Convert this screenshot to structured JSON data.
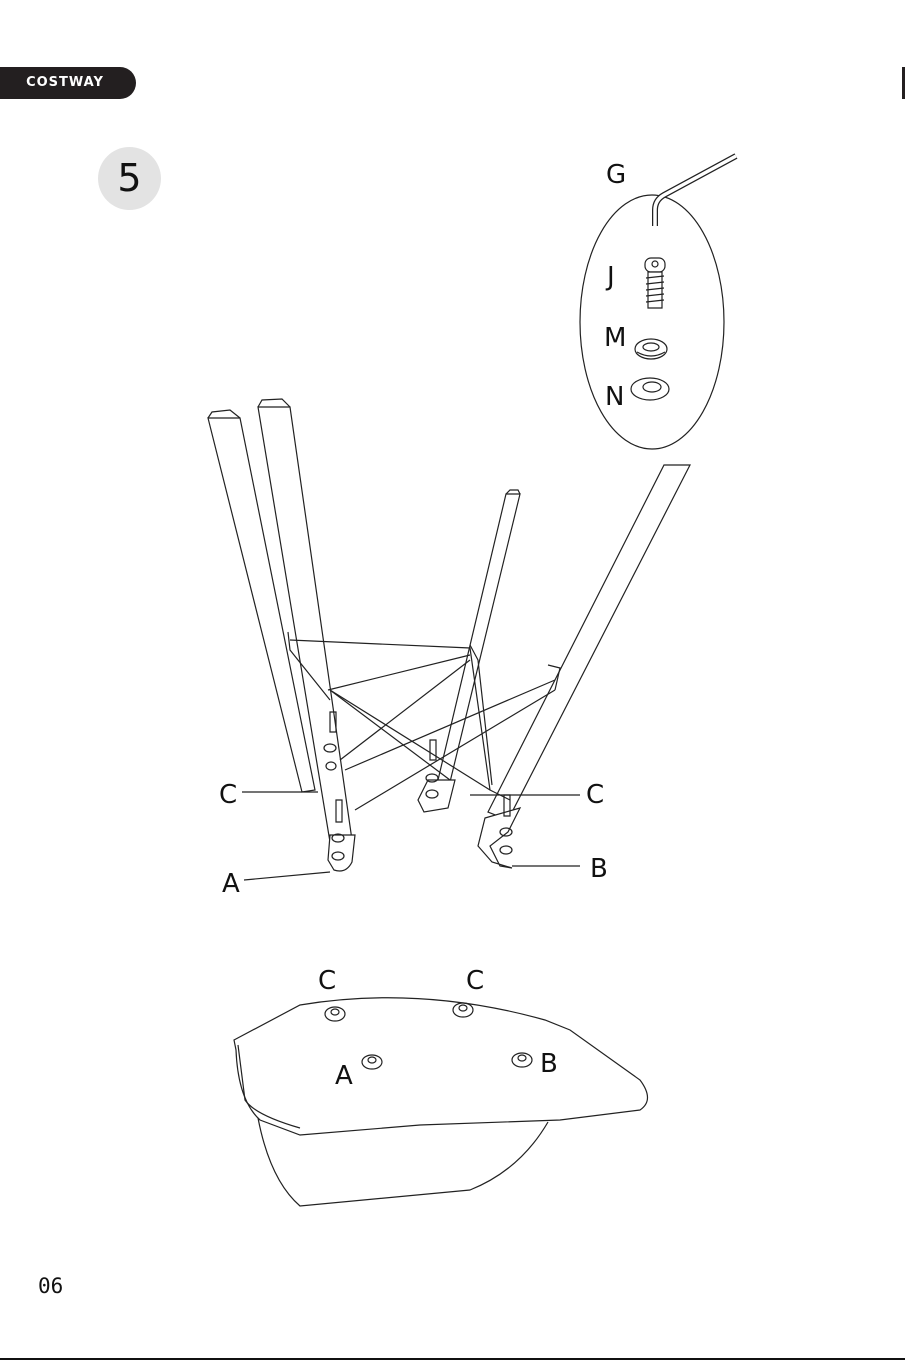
{
  "header": {
    "brand": "COSTWAY"
  },
  "step": {
    "number": "5"
  },
  "parts_callout": {
    "items": [
      {
        "label": "G",
        "icon": "allen-key-icon"
      },
      {
        "label": "J",
        "icon": "bolt-icon"
      },
      {
        "label": "M",
        "icon": "spring-washer-icon"
      },
      {
        "label": "N",
        "icon": "flat-washer-icon"
      }
    ]
  },
  "frame_labels": {
    "left_c": "C",
    "right_c": "C",
    "a": "A",
    "b": "B"
  },
  "seat_labels": {
    "c1": "C",
    "c2": "C",
    "a": "A",
    "b": "B"
  },
  "footer": {
    "page_number": "06"
  }
}
